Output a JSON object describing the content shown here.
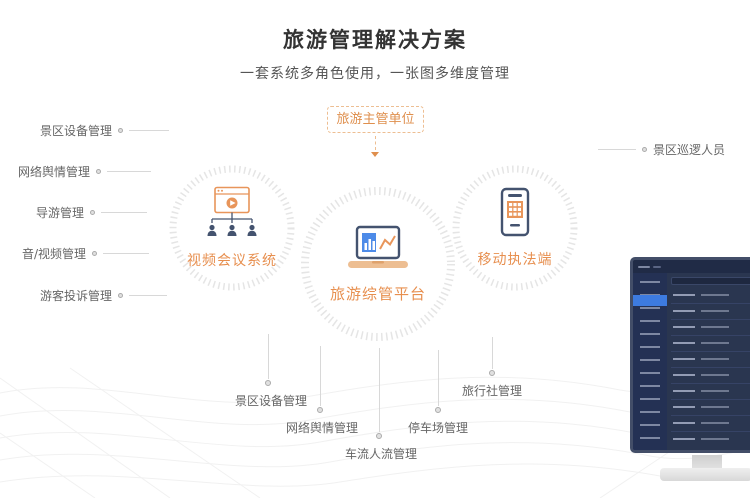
{
  "title": "旅游管理解决方案",
  "subtitle": "一套系统多角色使用，一张图多维度管理",
  "top_unit": "旅游主管单位",
  "nodes": {
    "left": "视频会议系统",
    "center": "旅游综管平台",
    "right": "移动执法端"
  },
  "left_labels": [
    "景区设备管理",
    "网络舆情管理",
    "导游管理",
    "音/视频管理",
    "游客投诉管理"
  ],
  "right_label": "景区巡逻人员",
  "bottom_labels": [
    "景区设备管理",
    "网络舆情管理",
    "车流人流管理",
    "停车场管理",
    "旅行社管理"
  ],
  "icons": [
    "video-conference-icon",
    "platform-laptop-icon",
    "mobile-enforcement-icon"
  ],
  "colors": {
    "accent_orange": "#E78F4F",
    "icon_navy": "#44536F",
    "screen_blue": "#3D7BE0",
    "label_gray": "#666666",
    "line_gray": "#D8D8D8"
  }
}
